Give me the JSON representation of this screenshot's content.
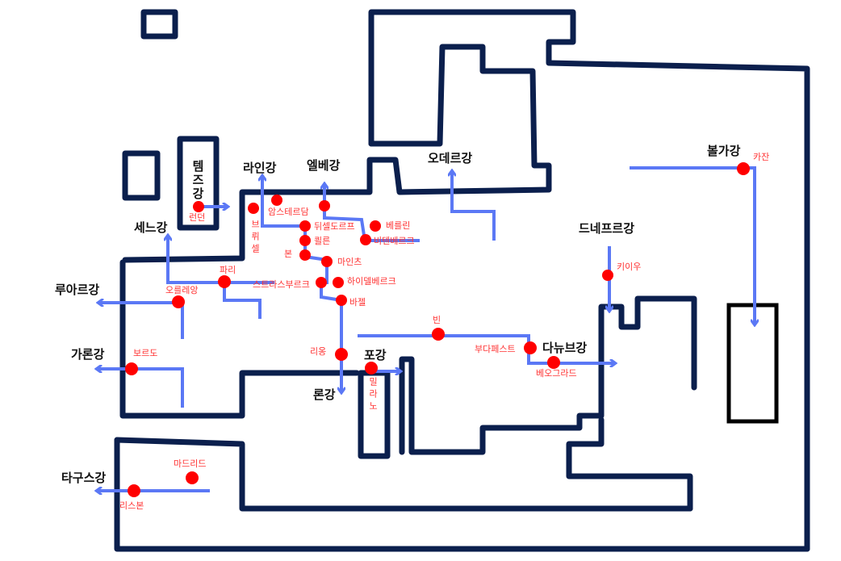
{
  "rivers": {
    "thames": "템즈강",
    "rhine": "라인강",
    "elbe": "엘베강",
    "oder": "오데르강",
    "volga": "볼가강",
    "seine": "세느강",
    "dnieper": "드네프르강",
    "loire": "루아르강",
    "garonne": "가론강",
    "po": "포강",
    "rhone": "론강",
    "danube": "다뉴브강",
    "tagus": "타구스강"
  },
  "cities": {
    "london": "런던",
    "brussels": "브뤼셀",
    "amsterdam": "암스테르담",
    "dusseldorf": "뒤셀도르프",
    "cologne": "쾰른",
    "bonn": "본",
    "mainz": "마인츠",
    "strasbourg": "스트라스부르크",
    "heidelberg": "하이델베르크",
    "basel": "바젤",
    "berlin": "베를린",
    "wittenberg": "비텐베르크",
    "paris": "파리",
    "orleans": "오를레앙",
    "bordeaux": "보르도",
    "lyon": "리옹",
    "milan": "밀라노",
    "vienna": "빈",
    "budapest": "부다페스트",
    "belgrade": "베오그라드",
    "kyiv": "키이우",
    "kazan": "카잔",
    "madrid": "마드리드",
    "lisbon": "리스본"
  },
  "colors": {
    "wall": "#0b1f4d",
    "river": "#5b78f5",
    "city": "#ff0000"
  }
}
